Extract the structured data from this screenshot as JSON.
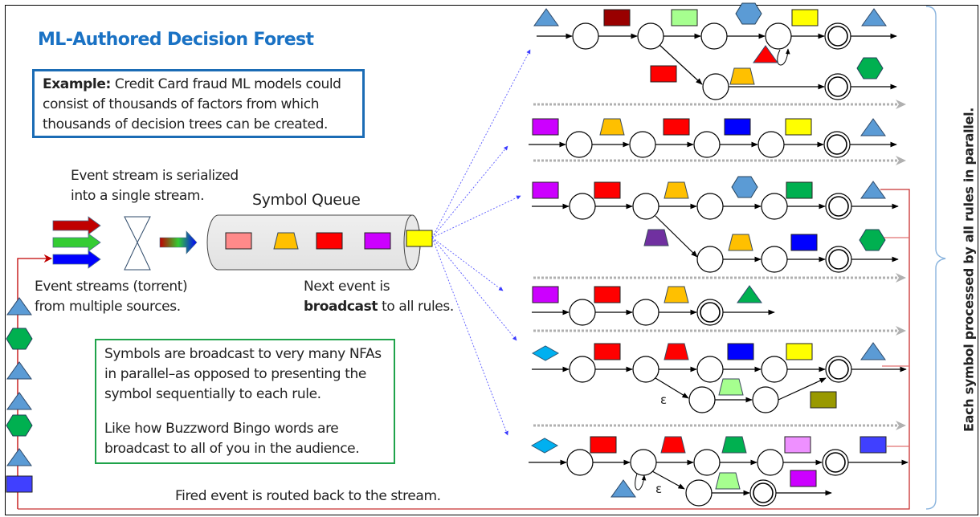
{
  "title": "ML-Authored Decision Forest",
  "example_box": {
    "bold": "Example:",
    "line1": " Credit Card fraud ML models could",
    "line2": "consist of thousands of factors from which",
    "line3": "thousands of decision trees can be created."
  },
  "serialize_label": {
    "line1": "Event stream is serialized",
    "line2": "into a single stream."
  },
  "sources_label": {
    "line1": "Event streams (torrent)",
    "line2": "from multiple sources."
  },
  "queue": {
    "title": "Symbol Queue",
    "items": [
      {
        "shape": "rect",
        "color": "#ff8a8a"
      },
      {
        "shape": "trapezoid",
        "color": "#ffc000"
      },
      {
        "shape": "rect",
        "color": "#ff0000"
      },
      {
        "shape": "rect",
        "color": "#cc00ff"
      }
    ],
    "next": {
      "shape": "rect",
      "color": "#ffff00"
    }
  },
  "broadcast_label": {
    "line1": "Next event is",
    "bold": "broadcast",
    "rest": " to all rules."
  },
  "green_box": {
    "para1": [
      "Symbols are broadcast to very many NFAs",
      "in parallel–as opposed to presenting the",
      "symbol sequentially to each rule."
    ],
    "para2": [
      "Like how Buzzword Bingo words are",
      "broadcast to all of you in the audience."
    ]
  },
  "fired_label": "Fired event is routed back to the stream.",
  "side_label": "Each symbol processed by all rules in parallel.",
  "input_arrows": [
    "#c00000",
    "#33cc33",
    "#0000ff"
  ],
  "return_stream": [
    {
      "shape": "triangle",
      "color": "#5b9bd5"
    },
    {
      "shape": "hexagon",
      "color": "#00b050"
    },
    {
      "shape": "triangle",
      "color": "#5b9bd5"
    },
    {
      "shape": "triangle",
      "color": "#5b9bd5"
    },
    {
      "shape": "hexagon",
      "color": "#00b050"
    },
    {
      "shape": "triangle",
      "color": "#5b9bd5"
    },
    {
      "shape": "rect",
      "color": "#4040ff"
    }
  ],
  "epsilon": "ε",
  "rules": [
    {
      "main_symbols": [
        {
          "shape": "triangle",
          "color": "#5b9bd5"
        },
        {
          "shape": "rect",
          "color": "#990000"
        },
        {
          "shape": "rect",
          "color": "#a6ff8f"
        },
        {
          "shape": "hexagon",
          "color": "#5b9bd5"
        },
        {
          "shape": "rect",
          "color": "#ffff00"
        },
        {
          "shape": "triangle",
          "color": "#5b9bd5"
        }
      ],
      "branch_symbols": [
        {
          "shape": "rect",
          "color": "#ff0000"
        },
        {
          "shape": "trapezoid",
          "color": "#ffc000"
        },
        {
          "shape": "hexagon",
          "color": "#00b050"
        }
      ],
      "loop_symbol": {
        "shape": "triangle",
        "color": "#ff0000"
      }
    },
    {
      "main_symbols": [
        {
          "shape": "rect",
          "color": "#cc00ff"
        },
        {
          "shape": "trapezoid",
          "color": "#ffc000"
        },
        {
          "shape": "rect",
          "color": "#ff0000"
        },
        {
          "shape": "rect",
          "color": "#0000ff"
        },
        {
          "shape": "rect",
          "color": "#ffff00"
        },
        {
          "shape": "triangle",
          "color": "#5b9bd5"
        }
      ]
    },
    {
      "main_symbols": [
        {
          "shape": "rect",
          "color": "#cc00ff"
        },
        {
          "shape": "rect",
          "color": "#ff0000"
        },
        {
          "shape": "trapezoid",
          "color": "#ffc000"
        },
        {
          "shape": "hexagon",
          "color": "#5b9bd5"
        },
        {
          "shape": "rect",
          "color": "#00b050"
        },
        {
          "shape": "triangle",
          "color": "#5b9bd5"
        }
      ],
      "branch_symbols": [
        {
          "shape": "trapezoid",
          "color": "#7030a0"
        },
        {
          "shape": "trapezoid",
          "color": "#ffc000"
        },
        {
          "shape": "rect",
          "color": "#0000ff"
        },
        {
          "shape": "hexagon",
          "color": "#00b050"
        }
      ]
    },
    {
      "main_symbols": [
        {
          "shape": "rect",
          "color": "#cc00ff"
        },
        {
          "shape": "rect",
          "color": "#ff0000"
        },
        {
          "shape": "trapezoid",
          "color": "#ffc000"
        },
        {
          "shape": "triangle",
          "color": "#00b050"
        }
      ]
    },
    {
      "main_symbols": [
        {
          "shape": "diamond",
          "color": "#00b0f0"
        },
        {
          "shape": "rect",
          "color": "#ff0000"
        },
        {
          "shape": "trapezoid",
          "color": "#ff0000"
        },
        {
          "shape": "rect",
          "color": "#0000ff"
        },
        {
          "shape": "rect",
          "color": "#ffff00"
        },
        {
          "shape": "triangle",
          "color": "#5b9bd5"
        }
      ],
      "branch_symbols": [
        {
          "shape": "trapezoid",
          "color": "#a6ff8f"
        },
        {
          "shape": "rect",
          "color": "#999900"
        }
      ]
    },
    {
      "main_symbols": [
        {
          "shape": "diamond",
          "color": "#00b0f0"
        },
        {
          "shape": "rect",
          "color": "#ff0000"
        },
        {
          "shape": "trapezoid",
          "color": "#ff0000"
        },
        {
          "shape": "trapezoid",
          "color": "#00b050"
        },
        {
          "shape": "rect",
          "color": "#ee90ff"
        },
        {
          "shape": "rect",
          "color": "#4040ff"
        }
      ],
      "branch_symbols": [
        {
          "shape": "trapezoid",
          "color": "#a6ff8f"
        },
        {
          "shape": "rect",
          "color": "#cc00ff"
        }
      ],
      "loop_symbol": {
        "shape": "triangle",
        "color": "#5b9bd5"
      }
    }
  ]
}
